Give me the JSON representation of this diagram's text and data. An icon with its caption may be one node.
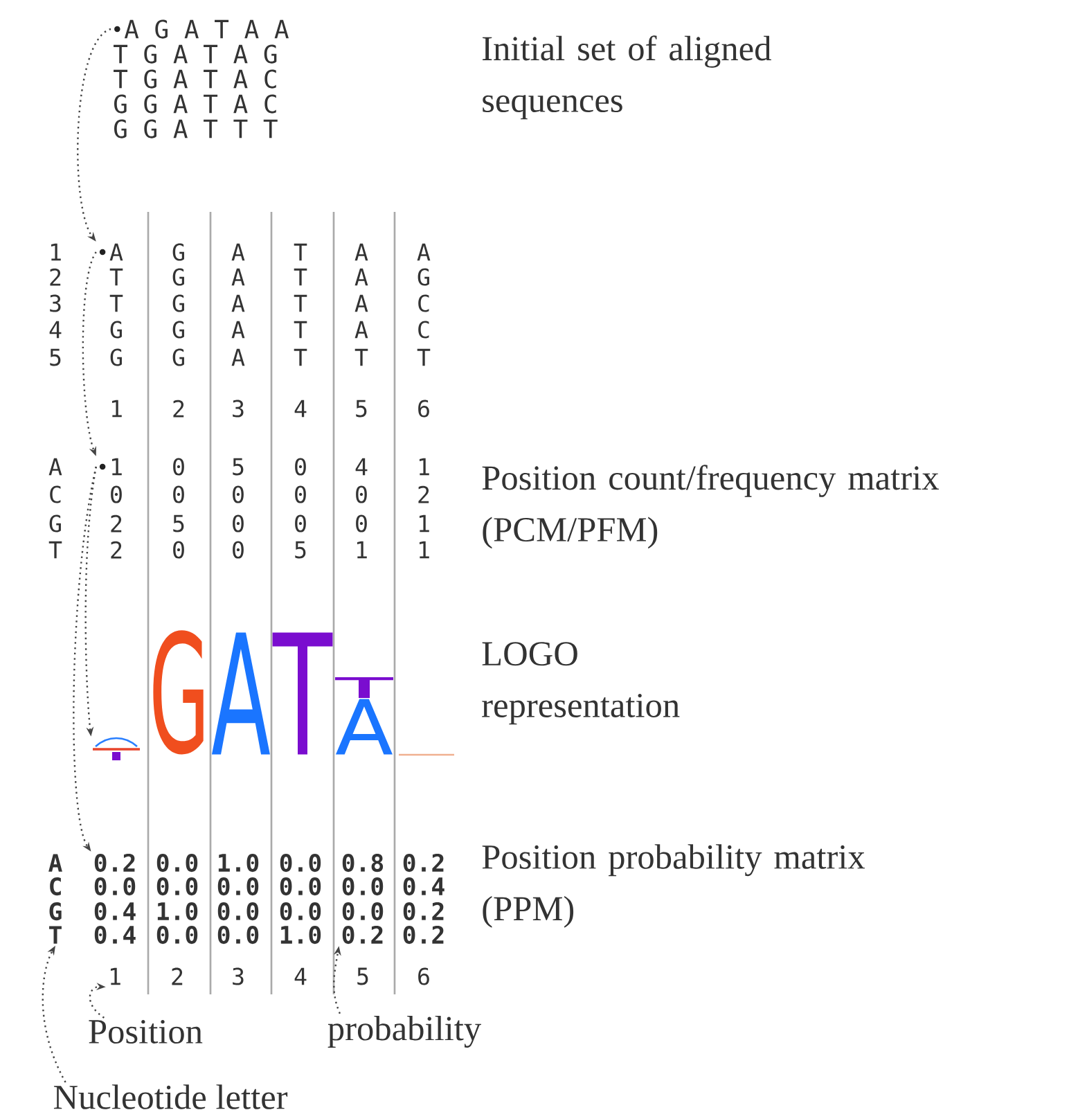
{
  "diagram": {
    "nodes": [
      {
        "text": [
          "A G A T A A"
        ]
      },
      {
        "text": [
          "A"
        ]
      },
      {
        "text": [
          "1"
        ]
      },
      {
        "text": [],
        "shape": "picture"
      },
      {
        "text": [
          "0.2"
        ]
      },
      {
        "text": [
          "T"
        ]
      },
      {
        "text": [
          "1"
        ]
      },
      {
        "text": [
          "0.2"
        ]
      },
      {
        "text": [
          "Position"
        ]
      },
      {
        "text": [
          "probability"
        ]
      },
      {
        "text": [
          "Nucleotide letter"
        ]
      }
    ],
    "edges": [
      {
        "from": 0,
        "to": 1,
        "arrow": "to"
      },
      {
        "from": 1,
        "to": 2,
        "arrow": "to"
      },
      {
        "from": 2,
        "to": 3,
        "arrow": "to"
      },
      {
        "from": 2,
        "to": 4,
        "arrow": "to"
      },
      {
        "from": 10,
        "to": 5,
        "arrow": "to"
      },
      {
        "from": 8,
        "to": 6,
        "arrow": "to"
      },
      {
        "from": 9,
        "to": 7,
        "arrow": "to"
      }
    ],
    "labels": [
      "T G A T A G",
      "T G A T A C",
      "G G A T A C",
      "G G A T T T",
      "Initial set of aligned sequences",
      "1",
      "G",
      "A",
      "T",
      "A",
      "A",
      "2",
      "T",
      "G",
      "A",
      "T",
      "A",
      "G",
      "3",
      "T",
      "G",
      "A",
      "T",
      "A",
      "C",
      "4",
      "G",
      "G",
      "A",
      "T",
      "A",
      "C",
      "5",
      "G",
      "G",
      "A",
      "T",
      "T",
      "T",
      "1",
      "2",
      "3",
      "4",
      "5",
      "6",
      "A",
      "0",
      "5",
      "0",
      "4",
      "1",
      "C",
      "0",
      "0",
      "0",
      "0",
      "0",
      "2",
      "G",
      "2",
      "5",
      "0",
      "0",
      "0",
      "1",
      "T",
      "2",
      "0",
      "0",
      "5",
      "1",
      "1",
      "Position count/frequency matrix (PCM/PFM)",
      "G",
      "A",
      "T",
      "A",
      "LOGO representation",
      "A",
      "0.0",
      "1.0",
      "0.0",
      "0.8",
      "0.2",
      "C",
      "0.0",
      "0.0",
      "0.0",
      "0.0",
      "0.0",
      "0.4",
      "G",
      "0.4",
      "1.0",
      "0.0",
      "0.0",
      "0.0",
      "0.2",
      "0.4",
      "0.0",
      "0.0",
      "1.0",
      "0.2",
      "Position probability matrix (PPM)",
      "2",
      "3",
      "4",
      "5",
      "6"
    ]
  }
}
